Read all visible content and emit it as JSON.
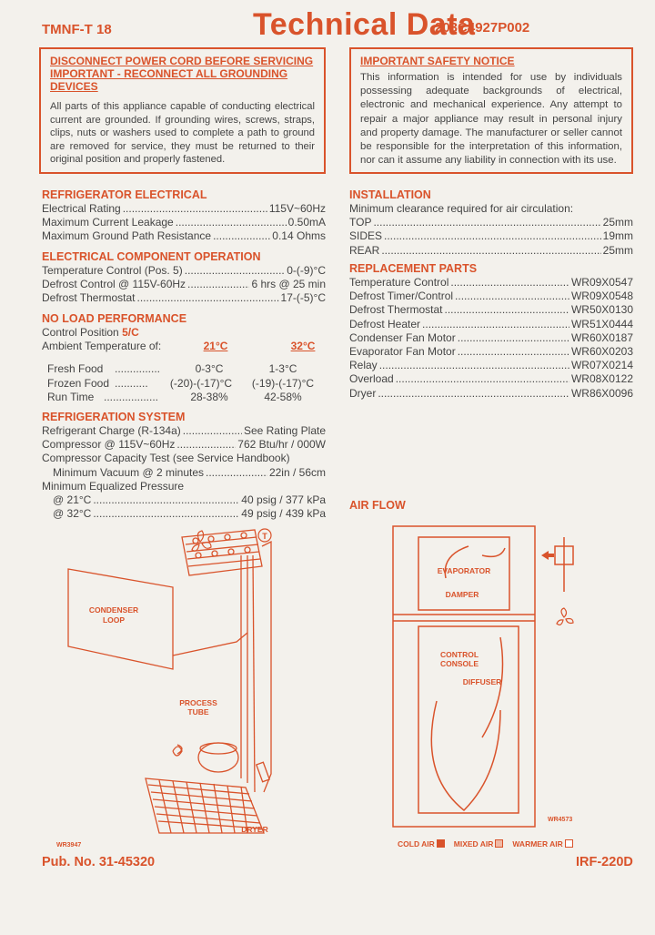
{
  "header": {
    "model": "TMNF-T 18",
    "title": "Technical Data",
    "part_number": "203C4927P002"
  },
  "warning_box": {
    "heading1": "DISCONNECT POWER CORD BEFORE SERVICING",
    "heading2": "IMPORTANT - RECONNECT ALL GROUNDING DEVICES",
    "body": "All parts of this appliance capable of conducting electrical current are grounded. If grounding wires, screws, straps, clips, nuts or washers used to complete a path to ground are removed for service, they must be returned to their original position and properly fastened."
  },
  "safety_box": {
    "heading": "IMPORTANT SAFETY NOTICE",
    "body": "This information is intended for use by individuals possessing adequate backgrounds of electrical, electronic and mechanical experience. Any attempt to repair a major appliance may result in personal injury and property damage. The manufacturer or seller cannot be responsible for the interpretation of this information, nor can it assume any liability in connection with its use."
  },
  "refrigerator_electrical": {
    "title": "REFRIGERATOR ELECTRICAL",
    "rows": [
      {
        "label": "Electrical Rating",
        "value": "115V~60Hz"
      },
      {
        "label": "Maximum Current Leakage",
        "value": "0.50mA"
      },
      {
        "label": "Maximum Ground Path Resistance",
        "value": "0.14 Ohms"
      }
    ]
  },
  "electrical_component_operation": {
    "title": "ELECTRICAL COMPONENT OPERATION",
    "rows": [
      {
        "label": "Temperature Control (Pos. 5)",
        "value": "0-(-9)°C"
      },
      {
        "label": "Defrost Control @ 115V-60Hz",
        "value": "6 hrs @ 25 min"
      },
      {
        "label": "Defrost Thermostat",
        "value": "17-(-5)°C"
      }
    ]
  },
  "no_load_performance": {
    "title": "NO LOAD PERFORMANCE",
    "control_position_label": "Control Position",
    "control_position_value": "5/C",
    "ambient_label": "Ambient Temperature of:",
    "temp1": "21°C",
    "temp2": "32°C",
    "rows": [
      {
        "label": "Fresh Food",
        "v1": "0-3°C",
        "v2": "1-3°C"
      },
      {
        "label": "Frozen Food",
        "v1": "(-20)-(-17)°C",
        "v2": "(-19)-(-17)°C"
      },
      {
        "label": "Run Time",
        "v1": "28-38%",
        "v2": "42-58%"
      }
    ]
  },
  "refrigeration_system": {
    "title": "REFRIGERATION SYSTEM",
    "rows": [
      {
        "label": "Refrigerant Charge (R-134a)",
        "value": "See Rating Plate"
      },
      {
        "label": "Compressor @ 115V~60Hz",
        "value": "762 Btu/hr / 000W"
      }
    ],
    "capacity_test": "Compressor Capacity Test (see Service Handbook)",
    "vacuum_row": {
      "label": "Minimum Vacuum @ 2 minutes",
      "value": "22in / 56cm"
    },
    "equalized_label": "Minimum Equalized Pressure",
    "pressure_rows": [
      {
        "label": "@ 21°C",
        "value": "40 psig / 377 kPa"
      },
      {
        "label": "@ 32°C",
        "value": "49 psig / 439 kPa"
      }
    ]
  },
  "installation": {
    "title": "INSTALLATION",
    "intro": "Minimum clearance required for air circulation:",
    "rows": [
      {
        "label": "TOP",
        "value": "25mm"
      },
      {
        "label": "SIDES",
        "value": "19mm"
      },
      {
        "label": "REAR",
        "value": "25mm"
      }
    ]
  },
  "replacement_parts": {
    "title": "REPLACEMENT PARTS",
    "rows": [
      {
        "label": "Temperature Control",
        "value": "WR09X0547"
      },
      {
        "label": "Defrost Timer/Control",
        "value": "WR09X0548"
      },
      {
        "label": "Defrost Thermostat",
        "value": "WR50X0130"
      },
      {
        "label": "Defrost Heater",
        "value": "WR51X0444"
      },
      {
        "label": "Condenser Fan Motor",
        "value": "WR60X0187"
      },
      {
        "label": "Evaporator Fan Motor",
        "value": "WR60X0203"
      },
      {
        "label": "Relay",
        "value": "WR07X0214"
      },
      {
        "label": "Overload",
        "value": "WR08X0122"
      },
      {
        "label": "Dryer",
        "value": "WR86X0096"
      }
    ]
  },
  "system_diagram": {
    "condenser_label_1": "CONDENSER",
    "condenser_label_2": "LOOP",
    "process_tube_1": "PROCESS",
    "process_tube_2": "TUBE",
    "dryer_label": "DRYER",
    "thermostat_symbol": "T",
    "code": "WR3947"
  },
  "air_flow": {
    "title": "AIR FLOW",
    "evaporator_label": "EVAPORATOR",
    "damper_label": "DAMPER",
    "control_console_1": "CONTROL",
    "control_console_2": "CONSOLE",
    "diffuser_label": "DIFFUSER",
    "code": "WR4573",
    "legend": {
      "cold": "COLD AIR",
      "mixed": "MIXED AIR",
      "warmer": "WARMER AIR"
    }
  },
  "footer": {
    "publication": "Pub. No. 31-45320",
    "code": "IRF-220D"
  }
}
